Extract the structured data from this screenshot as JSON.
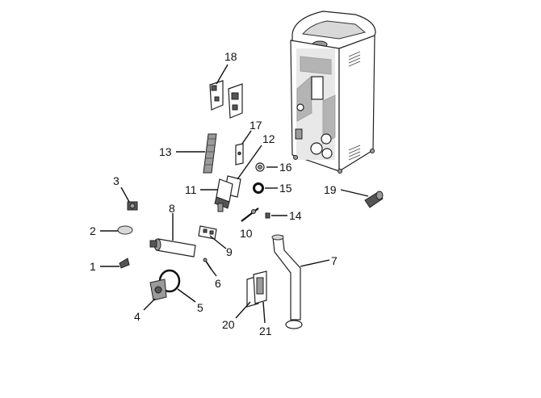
{
  "labels": {
    "p1": "1",
    "p2": "2",
    "p3": "3",
    "p4": "4",
    "p5": "5",
    "p6": "6",
    "p7": "7",
    "p8": "8",
    "p9": "9",
    "p10": "10",
    "p11": "11",
    "p12": "12",
    "p13": "13",
    "p14": "14",
    "p15": "15",
    "p16": "16",
    "p17": "17",
    "p18": "18",
    "p19": "19",
    "p20": "20",
    "p21": "21"
  }
}
